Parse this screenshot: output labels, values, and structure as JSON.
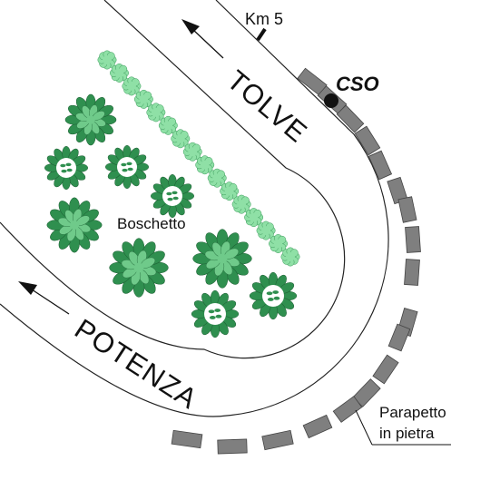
{
  "labels": {
    "road_north": "TOLVE",
    "road_south": "POTENZA",
    "km_marker": "Km 5",
    "station": "CSO",
    "woods": "Boschetto",
    "parapet_line1": "Parapetto",
    "parapet_line2": "in pietra"
  },
  "colors": {
    "tree_dark": "#2f8f4f",
    "tree_light": "#6fca8a",
    "hedge": "#8fe0a6",
    "parapet": "#7f7f7f",
    "road_edge": "#222222",
    "station_dot": "#111111"
  },
  "icons": {
    "direction_arrow": "left-arrow-icon",
    "station": "dot-icon",
    "tree": "tree-canopy-icon",
    "hedge": "shrub-icon",
    "parapet_block": "stone-block-icon"
  }
}
